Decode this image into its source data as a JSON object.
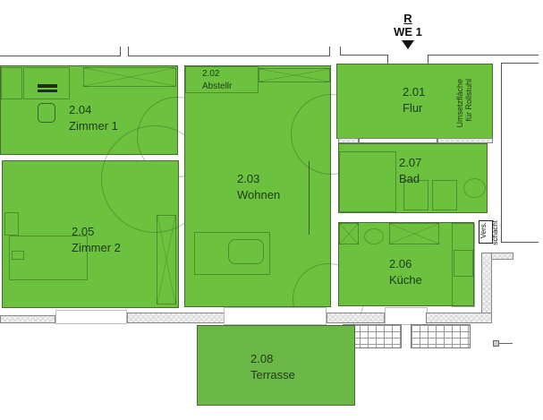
{
  "entrance": {
    "marker_letter": "R",
    "unit_label": "WE 1"
  },
  "rooms": [
    {
      "id": "2.01",
      "name": "Flur"
    },
    {
      "id": "2.02",
      "name": "Abstellr"
    },
    {
      "id": "2.03",
      "name": "Wohnen"
    },
    {
      "id": "2.04",
      "name": "Zimmer 1"
    },
    {
      "id": "2.05",
      "name": "Zimmer 2"
    },
    {
      "id": "2.06",
      "name": "Küche"
    },
    {
      "id": "2.07",
      "name": "Bad"
    },
    {
      "id": "2.08",
      "name": "Terrasse"
    }
  ],
  "annotations": {
    "wheelchair_area_line1": "Umsetzfläche",
    "wheelchair_area_line2": "für Rollstuhl",
    "shaft_line1": "Vers.",
    "shaft_line2": "schacht"
  },
  "colors": {
    "room_fill": "#6cc13f",
    "wall": "#555555",
    "label_text": "#1f3a1a"
  }
}
